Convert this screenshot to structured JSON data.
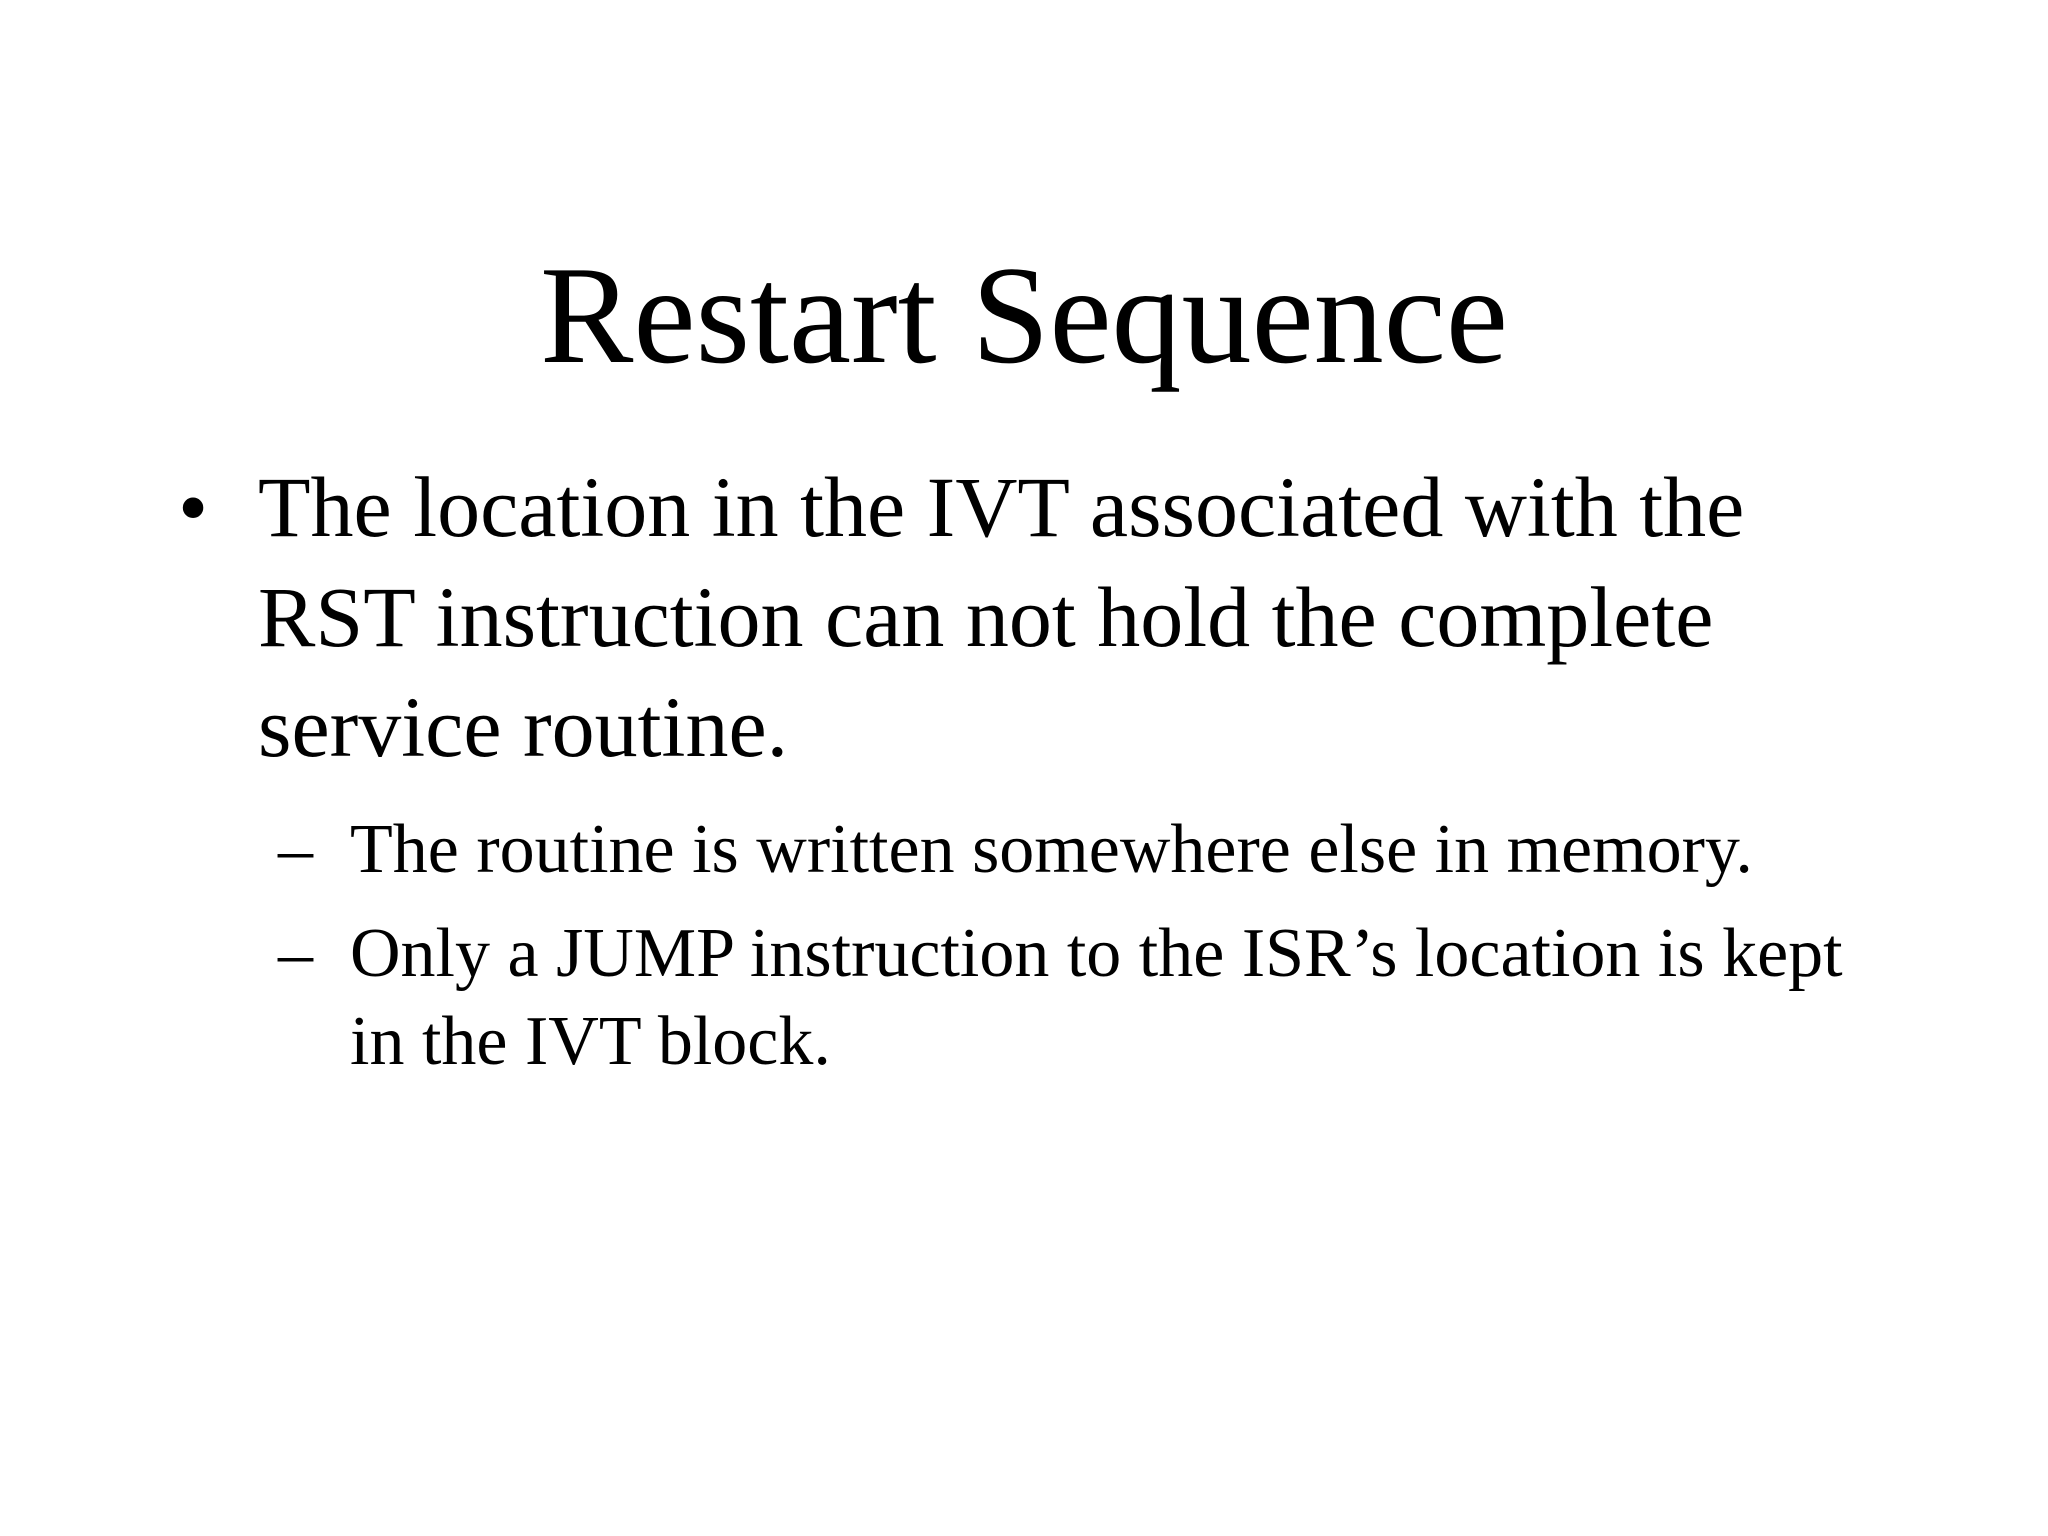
{
  "slide": {
    "title": "Restart Sequence",
    "background_color": "#ffffff",
    "text_color": "#000000",
    "bullets": [
      {
        "level": 1,
        "marker": "•",
        "text": "The location in the IVT associated with the RST instruction can not hold the complete service routine.",
        "children": [
          {
            "level": 2,
            "marker": "–",
            "text": "The routine is written somewhere else in memory."
          },
          {
            "level": 2,
            "marker": "–",
            "text": "Only a JUMP instruction to the ISR’s location is kept in the IVT block."
          }
        ]
      }
    ]
  }
}
